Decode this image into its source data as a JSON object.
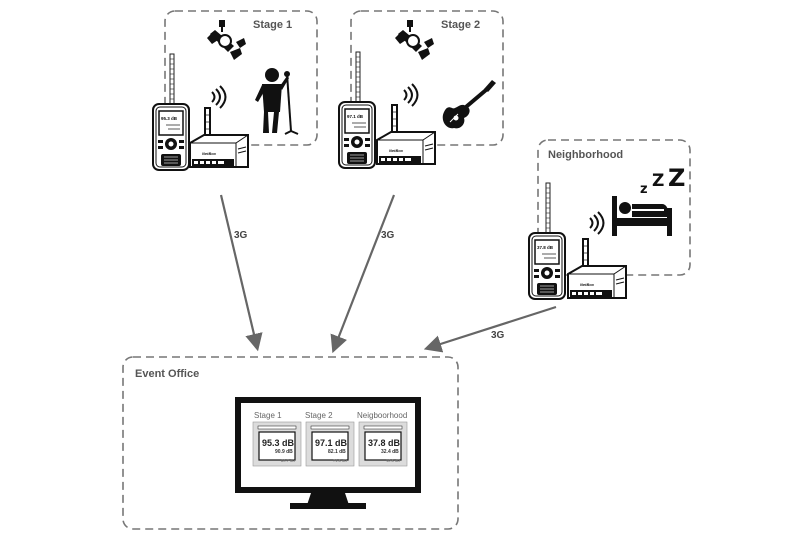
{
  "zones": {
    "stage1": {
      "label": "Stage 1",
      "meter_reading": "95.3 dB"
    },
    "stage2": {
      "label": "Stage 2",
      "meter_reading": "97.1 dB"
    },
    "neighborhood": {
      "label": "Neighborhood",
      "meter_reading": "37.8 dB"
    },
    "event_office": {
      "label": "Event Office"
    }
  },
  "connections": [
    {
      "from": "stage1",
      "label": "3G"
    },
    {
      "from": "stage2",
      "label": "3G"
    },
    {
      "from": "neighborhood",
      "label": "3G"
    }
  ],
  "box_brand": "NetBox",
  "monitor": {
    "tabs": [
      "Stage 1",
      "Stage 2",
      "Neigboorhood"
    ],
    "panels": [
      {
        "main": "95.3 dB",
        "sub": "90.9 dB",
        "tiny": "80.7 dB"
      },
      {
        "main": "97.1 dB",
        "sub": "82.1 dB",
        "tiny": "71.6 dB"
      },
      {
        "main": "37.8 dB",
        "sub": "32.4 dB",
        "tiny": "12.6 dB"
      }
    ]
  },
  "colors": {
    "dashed_border": "#777777",
    "arrow": "#666666",
    "screen_bg": "#dcdcdc",
    "device": "#111111"
  }
}
